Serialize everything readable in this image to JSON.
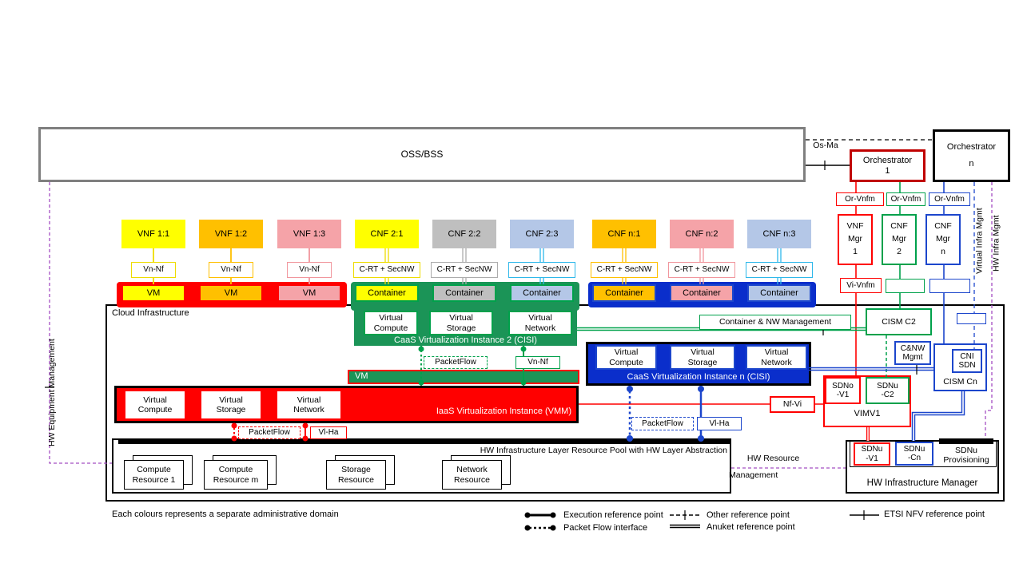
{
  "palette": {
    "red": "#FF0000",
    "dark_red": "#C00000",
    "green": "#00A14B",
    "caas_green": "#1B9457",
    "blue": "#1C46CC",
    "caas_blue": "#0A2ECB",
    "yellow": "#FFFF00",
    "orange": "#FFC000",
    "pink": "#F5A3A8",
    "gray": "#BFBFBF",
    "light_blue": "#B4C7E7",
    "cyan": "#2EB8EA",
    "purple": "#A44FC2",
    "oss_border_gray": "#7F7F7F"
  },
  "top": {
    "oss_bss": "OSS/BSS",
    "os_ma": "Os-Ma",
    "orchestrator_1": "Orchestrator\n1",
    "orchestrator_n": "Orchestrator\nn"
  },
  "managers": {
    "or_vnfm": [
      "Or-Vnfm",
      "Or-Vnfm",
      "Or-Vnfm"
    ],
    "mgrs": [
      "VNF\nMgr\n1",
      "CNF\nMgr\n2",
      "CNF\nMgr\nn"
    ],
    "vi_vnfm": "Vi-Vnfm"
  },
  "side_labels": {
    "virtual_infra": "Virtual Infra Mgmt",
    "hw_infra": "HW Infra Mgmt",
    "hw_equipment": "HW Equipment Management",
    "hw_resource_line1": "HW Resource",
    "hw_resource_line2": "Management"
  },
  "columns": [
    {
      "label": "VNF 1:1",
      "ref": "Vn-Nf",
      "unit": "VM",
      "fill": "#FFFF00",
      "line": "#EEDC00",
      "unit_border": "#FF0000",
      "dual": false
    },
    {
      "label": "VNF 1:2",
      "ref": "Vn-Nf",
      "unit": "VM",
      "fill": "#FFC000",
      "line": "#FFC000",
      "unit_border": "#FF0000",
      "dual": false
    },
    {
      "label": "VNF 1:3",
      "ref": "Vn-Nf",
      "unit": "VM",
      "fill": "#F5A3A8",
      "line": "#F1969D",
      "unit_border": "#FF0000",
      "dual": false
    },
    {
      "label": "CNF 2:1",
      "ref": "C-RT + SecNW",
      "unit": "Container",
      "fill": "#FFFF00",
      "line": "#EEDC00",
      "unit_border": "#00A14B",
      "dual": true
    },
    {
      "label": "CNF 2:2",
      "ref": "C-RT + SecNW",
      "unit": "Container",
      "fill": "#BFBFBF",
      "line": "#ACACAC",
      "unit_border": "#00A14B",
      "dual": true
    },
    {
      "label": "CNF 2:3",
      "ref": "C-RT + SecNW",
      "unit": "Container",
      "fill": "#B4C7E7",
      "line": "#2EB8EA",
      "unit_border": "#00A14B",
      "dual": true
    },
    {
      "label": "CNF n:1",
      "ref": "C-RT + SecNW",
      "unit": "Container",
      "fill": "#FFC000",
      "line": "#FFC000",
      "unit_border": "#1C46CC",
      "dual": true
    },
    {
      "label": "CNF n:2",
      "ref": "C-RT + SecNW",
      "unit": "Container",
      "fill": "#F5A3A8",
      "line": "#F1969D",
      "unit_border": "#1C46CC",
      "dual": true
    },
    {
      "label": "CNF n:3",
      "ref": "C-RT + SecNW",
      "unit": "Container",
      "fill": "#B4C7E7",
      "line": "#2EB8EA",
      "unit_border": "#1C46CC",
      "dual": true
    }
  ],
  "cloud": {
    "title": "Cloud  Infrastructure",
    "caas2": {
      "cells": [
        "Virtual\nCompute",
        "Virtual\nStorage",
        "Virtual\nNetwork"
      ],
      "title": "CaaS Virtualization Instance 2 (CISI)",
      "packetflow": "PacketFlow",
      "vn_nf": "Vn-Nf"
    },
    "vm_bar": "VM",
    "iaas": {
      "cells": [
        "Virtual\nCompute",
        "Virtual\nStorage",
        "Virtual\nNetwork"
      ],
      "title": "IaaS Virtualization Instance (VMM)",
      "packetflow": "PacketFlow",
      "vl_ha": "Vl-Ha"
    },
    "caasn": {
      "cells": [
        "Virtual\nCompute",
        "Virtual\nStorage",
        "Virtual\nNetwork"
      ],
      "title": "CaaS Virtualization Instance n (CISI)",
      "packetflow": "PacketFlow",
      "vl_ha": "Vl-Ha"
    },
    "container_nw": "Container & NW  Management",
    "cism_c2": "CISM C2",
    "cnw_mgmt": "C&NW\nMgmt",
    "cni_sdn": "CNI\nSDN",
    "cism_cn": "CISM Cn",
    "nf_vi": "Nf-Vi",
    "vim": {
      "sdno_v1": "SDNo\n-V1",
      "sdnu_c2": "SDNu\n-C2",
      "label": "VIMV1"
    },
    "hw_pool": {
      "title": "HW Infrastructure Layer Resource Pool with HW Layer Abstraction",
      "resources": [
        "Compute\nResource 1",
        "Compute\nResource m",
        "Storage\nResource",
        "Network\nResource"
      ]
    },
    "hwim": {
      "sdnu_v1": "SDNu\n-V1",
      "sdnu_cn": "SDNu\n-Cn",
      "sdnu_prov": "SDNu\nProvisioning",
      "title": "HW Infrastructure Manager"
    }
  },
  "legend": {
    "domain_note": "Each colours represents a separate administrative domain",
    "items": [
      {
        "label": "Execution reference point",
        "type": "execution"
      },
      {
        "label": "Packet Flow interface",
        "type": "packetflow"
      },
      {
        "label": "Other reference point",
        "type": "other"
      },
      {
        "label": "Anuket reference point",
        "type": "anuket"
      },
      {
        "label": "ETSI NFV reference point",
        "type": "etsi"
      }
    ]
  }
}
